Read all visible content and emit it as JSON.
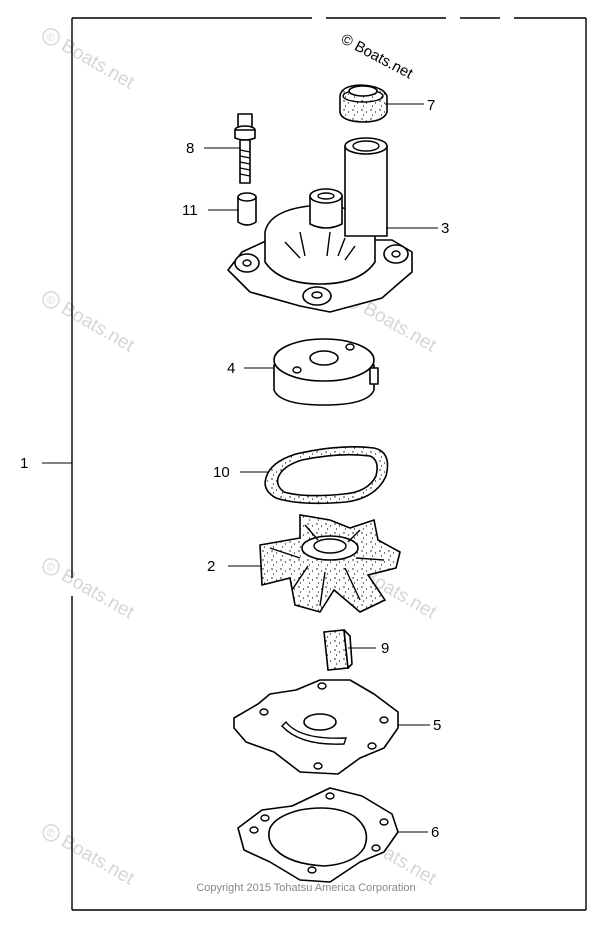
{
  "watermark_text": "Boats.net",
  "watermark_symbol": "©",
  "copyright_notice": "© Boats.net",
  "footer_copyright": "Copyright 2015 Tohatsu America Corporation",
  "callouts": [
    {
      "id": "assembly",
      "label": "1"
    },
    {
      "id": "impeller",
      "label": "2"
    },
    {
      "id": "pump-case",
      "label": "3"
    },
    {
      "id": "insert-cartridge",
      "label": "4"
    },
    {
      "id": "outer-plate",
      "label": "5"
    },
    {
      "id": "gasket-lower",
      "label": "6"
    },
    {
      "id": "grommet",
      "label": "7"
    },
    {
      "id": "bolt",
      "label": "8"
    },
    {
      "id": "key",
      "label": "9"
    },
    {
      "id": "seal-ring",
      "label": "10"
    },
    {
      "id": "dowel-pin",
      "label": "11"
    }
  ],
  "colors": {
    "line": "#000000",
    "watermark": "#d6d6d6",
    "background": "#ffffff"
  }
}
